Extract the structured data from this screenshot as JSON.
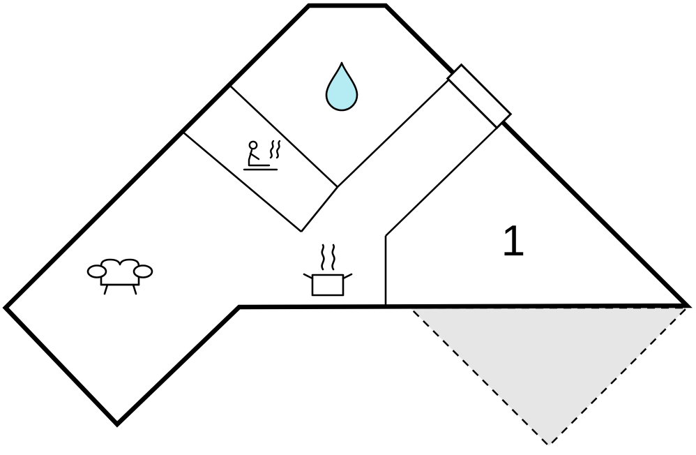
{
  "floorplan": {
    "kind": "vacation-home floor plan",
    "room_label": "1",
    "icons": [
      {
        "name": "water-drop-icon"
      },
      {
        "name": "sauna-icon"
      },
      {
        "name": "sofa-icon"
      },
      {
        "name": "cooking-pot-icon"
      },
      {
        "name": "door-icon"
      },
      {
        "name": "terrace-area"
      }
    ]
  },
  "colors": {
    "wall": "#000000",
    "interior_wall": "#000000",
    "water_drop_fill": "#b5ecf4",
    "terrace_fill": "#e6e6e6",
    "label": "#000000",
    "background": "#ffffff",
    "door_fill": "#ffffff"
  }
}
